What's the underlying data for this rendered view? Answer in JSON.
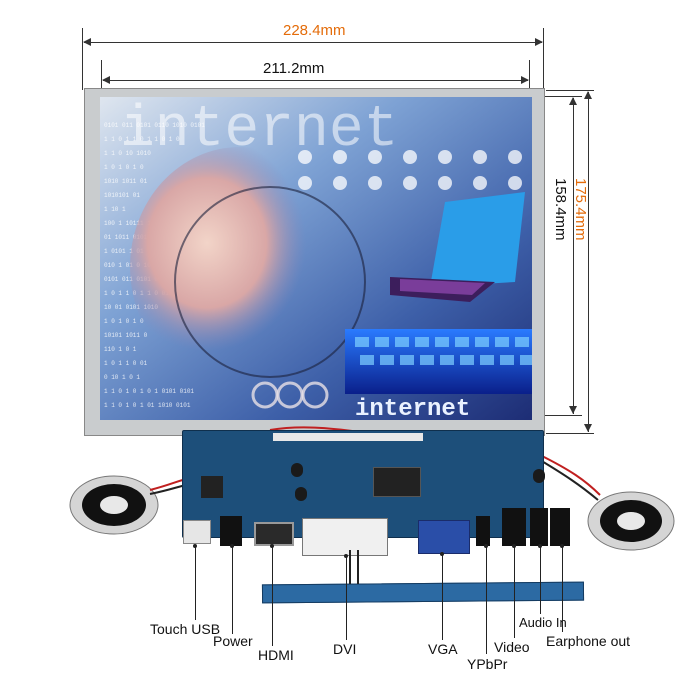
{
  "dimensions": {
    "outer_width": "228.4mm",
    "inner_width": "211.2mm",
    "inner_height": "158.4mm",
    "outer_height": "175.4mm"
  },
  "screen_text": {
    "top_word": "internet",
    "bottom_word": "internet"
  },
  "ports": [
    {
      "label": "Touch USB"
    },
    {
      "label": "Power"
    },
    {
      "label": "HDMI"
    },
    {
      "label": "DVI"
    },
    {
      "label": "VGA"
    },
    {
      "label": "YPbPr"
    },
    {
      "label": "Video"
    },
    {
      "label": "Audio In"
    },
    {
      "label": "Earphone out"
    }
  ],
  "colors": {
    "accent_dimension": "#e46c0a",
    "pcb": "#1d4f7a",
    "screen_bg": "#5a86c8"
  }
}
